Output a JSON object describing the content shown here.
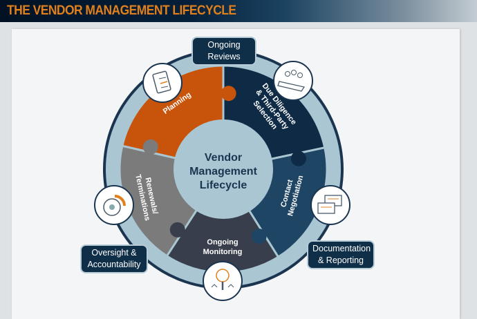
{
  "header": {
    "title": "THE VENDOR MANAGEMENT LIFECYCLE"
  },
  "center": {
    "line1": "Vendor",
    "line2": "Management",
    "line3": "Lifecycle"
  },
  "segments": [
    {
      "id": "planning",
      "lines": [
        "Planning"
      ],
      "color": "#c8530a",
      "icon": "clipboard-checklist-icon"
    },
    {
      "id": "due-diligence",
      "lines": [
        "Due Diligence",
        "& Third-Party",
        "Selection"
      ],
      "color": "#0e2a45",
      "icon": "meeting-people-icon"
    },
    {
      "id": "contact-negotiation",
      "lines": [
        "Contact",
        "Negotiation"
      ],
      "color": "#1f4565",
      "icon": "chat-bubbles-icon"
    },
    {
      "id": "ongoing-monitoring",
      "lines": [
        "Ongoing",
        "Monitoring"
      ],
      "color": "#383e4b",
      "icon": "magnifier-chart-icon"
    },
    {
      "id": "renewals-terminations",
      "lines": [
        "Renewals/",
        "Terminations"
      ],
      "color": "#7b7b7b",
      "icon": "pie-chart-icon"
    }
  ],
  "badges": {
    "ongoing_reviews": [
      "Ongoing",
      "Reviews"
    ],
    "oversight": [
      "Oversight &",
      "Accountability"
    ],
    "documentation": [
      "Documentation",
      "& Reporting"
    ]
  },
  "colors": {
    "ring": "#a9c6d2",
    "ring_border": "#1b3550",
    "accent": "#e0801c"
  }
}
